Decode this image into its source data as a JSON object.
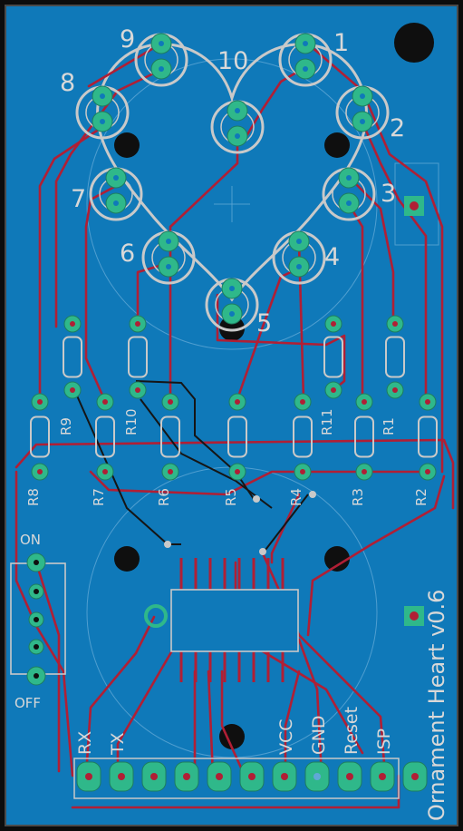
{
  "board": {
    "background_color": "#0f79b9",
    "title": "Ornament Heart v0.6",
    "switch_on": "ON",
    "switch_off": "OFF"
  },
  "leds": [
    "1",
    "2",
    "3",
    "4",
    "5",
    "6",
    "7",
    "8",
    "9",
    "10"
  ],
  "resistors": [
    "R8",
    "R7",
    "R6",
    "R5",
    "R4",
    "R3",
    "R2",
    "R9",
    "R10",
    "R11",
    "R1"
  ],
  "header_pins": [
    "RX",
    "TX",
    "VCC",
    "GND",
    "Reset",
    "ISP"
  ]
}
